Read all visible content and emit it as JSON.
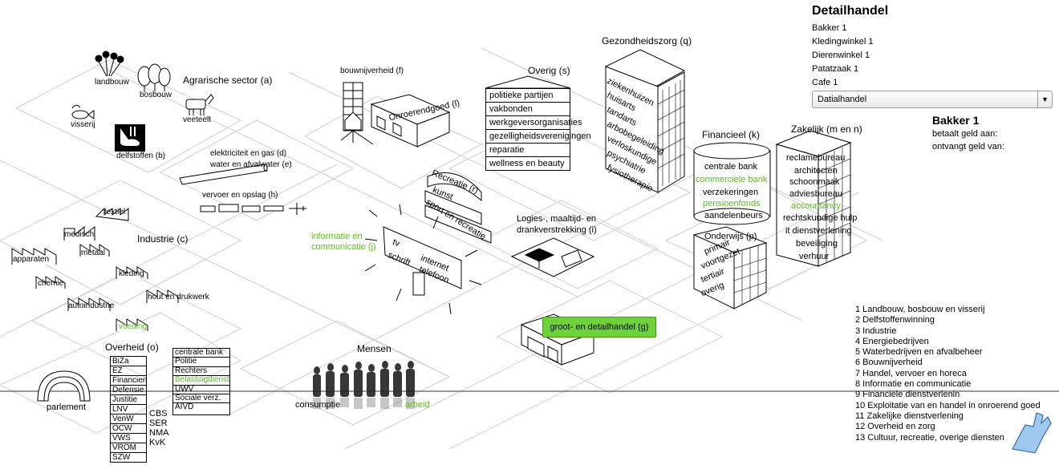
{
  "sectors": {
    "agrarisch": "Agrarische sector (a)",
    "landbouw": "landbouw",
    "bosbouw": "bosbouw",
    "visserij": "visserij",
    "veeteelt": "veeteelt",
    "delfstoffen": "delfstoffen (b)",
    "energie": "elektriciteit en gas (d)",
    "water": "water en afvalwater (e)",
    "vervoer": "vervoer en opslag (h)",
    "industrie": "Industrie (c)",
    "bouw": "bouwnijverheid (f)",
    "onroerend": "Onroerendgoed (l)",
    "overig": "Overig (s)",
    "gezondheid": "Gezondheidszorg (q)",
    "financieel": "Financieel (k)",
    "zakelijk": "Zakelijk (m en n)",
    "recreatie_title": "Recreatie (r)",
    "logies": "Logies-, maaltijd- en",
    "logies2": "drankverstrekking (i)",
    "informatie": "informatie en",
    "informatie2": "communicatie (j)",
    "onderwijs": "Onderwijs (p)",
    "overheid": "Overheid (o)",
    "mensen": "Mensen",
    "consumptie": "consumptie",
    "arbeid": "arbeid",
    "parlement": "parlement",
    "groot_detail": "groot- en detailhandel (g)"
  },
  "industrie_items": [
    "textiel",
    "medisch",
    "apparaten",
    "metaal",
    "chemie",
    "kleding",
    "autoindustrie",
    "hout en drukwerk",
    "voeding"
  ],
  "overig_items": [
    "politieke partijen",
    "vakbonden",
    "werkgeversorganisaties",
    "gezelligheidsverenigingen",
    "reparatie",
    "wellness en beauty"
  ],
  "gezondheid_items": [
    "ziekenhuizen",
    "huisarts",
    "tandarts",
    "arbobegeleiding",
    "verloskundige",
    "psychiatrie",
    "fysiotherapie"
  ],
  "financieel_items": [
    "centrale bank",
    "commerciele bank",
    "verzekeringen",
    "pensioenfonds",
    "aandelenbeurs"
  ],
  "zakelijk_items": [
    "reclamebureau",
    "architecten",
    "schoonmaak",
    "adviesbureau",
    "accountancy",
    "rechtskundige hulp",
    "it dienstverlening",
    "beveiliging",
    "verhuur"
  ],
  "recreatie_items": [
    "kunst",
    "sport en recreatie"
  ],
  "informatie_items": [
    "tv",
    "schrift",
    "internet",
    "telefoon"
  ],
  "onderwijs_items": [
    "primair",
    "voortgezet",
    "tertiair",
    "overig"
  ],
  "overheid_ministeries": [
    "BiZa",
    "EZ",
    "Financien",
    "Defensie",
    "Justitie",
    "LNV",
    "VenW",
    "OCW",
    "VWS",
    "VROM",
    "SZW"
  ],
  "overheid_instanties": [
    "centrale bank",
    "Politie",
    "Rechters",
    "Belastingdienst",
    "UWV",
    "Sociale verz.",
    "AIVD"
  ],
  "overheid_extra": [
    "CBS",
    "SER",
    "NMA",
    "KvK"
  ],
  "detail": {
    "title": "Detailhandel",
    "shops": [
      "Bakker 1",
      "Kledingwinkel 1",
      "Dierenwinkel 1",
      "Patatzaak 1",
      "Cafe 1"
    ],
    "select_value": "Datialhandel"
  },
  "bakker": {
    "title": "Bakker 1",
    "pays": "betaalt geld aan:",
    "receives": "ontvangt geld van:"
  },
  "legend": [
    "1 Landbouw, bosbouw en visserij",
    "2 Delfstoffenwinning",
    "3 Industrie",
    "4 Energiebedrijven",
    "5 Waterbedrijven en afvalbeheer",
    "6 Bouwnijverheid",
    "7 Handel, vervoer en horeca",
    "8 Informatie en communicatie",
    "9 Financiële dienstverlenin",
    "10 Exploitatie van en handel in onroerend goed",
    "11 Zakelijke dienstverlening",
    "12 Overheid en zorg",
    "13 Cultuur, recreatie, overige diensten"
  ],
  "colors": {
    "highlight": "#5bbf1e",
    "button": "#6fd23a"
  }
}
